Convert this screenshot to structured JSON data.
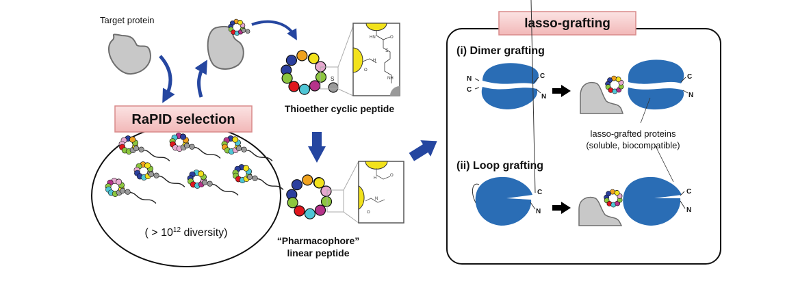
{
  "labels": {
    "target_protein": "Target protein",
    "rapid_selection": "RaPID selection",
    "diversity_prefix": "( > 10",
    "diversity_exp": "12",
    "diversity_suffix": " diversity)",
    "thioether": "Thioether cyclic peptide",
    "pharmacophore_line1": "“Pharmacophore”",
    "pharmacophore_line2": "linear peptide",
    "lasso_title": "lasso-grafting",
    "dimer_title": "(i) Dimer grafting",
    "loop_title": "(ii) Loop grafting",
    "lasso_proteins_line1": "lasso-grafted proteins",
    "lasso_proteins_line2": "(soluble, biocompatible)",
    "terminal_n": "N",
    "terminal_c": "C",
    "chem_s": "S",
    "chem_hn": "HN",
    "chem_nh": "NH",
    "chem_h": "H",
    "chem_n": "N",
    "chem_o": "O"
  },
  "colors": {
    "arrow_blue": "#2546a0",
    "protein_gray": "#c8c8c8",
    "scaffold_blue": "#2a6db5",
    "label_box_fill": "#f6caca",
    "label_box_border": "#d98a8a",
    "bead_yellow": "#f2e21c",
    "bead_blue": "#2b3f9e",
    "bead_orange": "#f0a21e",
    "bead_cyan": "#4fc6d6",
    "bead_green": "#8cc63f",
    "bead_red": "#e0161d",
    "bead_magenta": "#b5338a",
    "bead_pink": "#e6a8cf",
    "bead_gray": "#9a9a9a"
  }
}
